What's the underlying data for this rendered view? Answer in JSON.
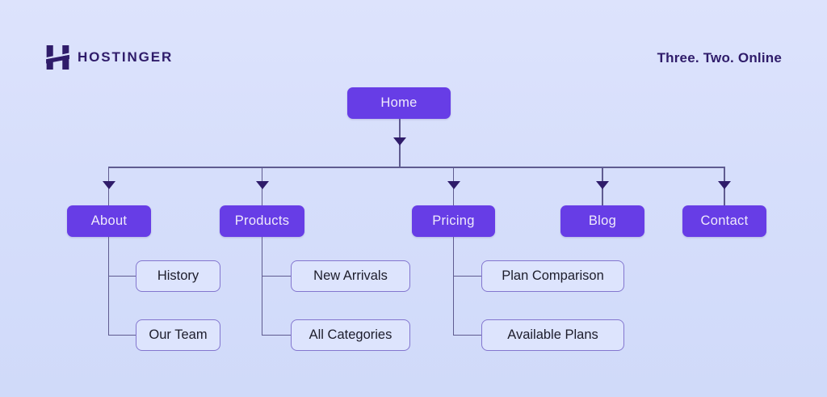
{
  "brand": {
    "name": "HOSTINGER",
    "tagline": "Three. Two. Online",
    "logo_icon": "hostinger-h-mark",
    "colors": {
      "primary": "#673de6",
      "dark": "#2f1c6a",
      "background": "#d6defb"
    }
  },
  "sitemap": {
    "home": {
      "label": "Home"
    },
    "sections": [
      {
        "label": "About",
        "children": [
          {
            "label": "History"
          },
          {
            "label": "Our Team"
          }
        ]
      },
      {
        "label": "Products",
        "children": [
          {
            "label": "New Arrivals"
          },
          {
            "label": "All Categories"
          }
        ]
      },
      {
        "label": "Pricing",
        "children": [
          {
            "label": "Plan Comparison"
          },
          {
            "label": "Available Plans"
          }
        ]
      },
      {
        "label": "Blog",
        "children": []
      },
      {
        "label": "Contact",
        "children": []
      }
    ]
  }
}
